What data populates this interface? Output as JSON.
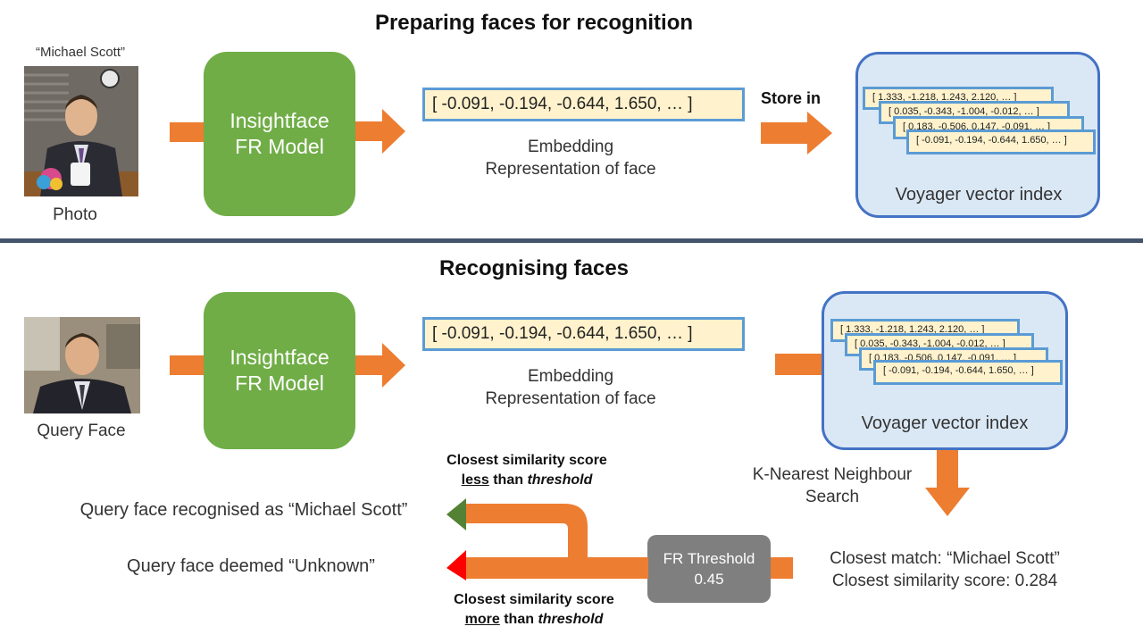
{
  "top": {
    "title": "Preparing faces for recognition",
    "photo_caption_top": "“Michael Scott”",
    "photo_caption": "Photo",
    "model_line1": "Insightface",
    "model_line2": "FR Model",
    "vector": "[ -0.091, -0.194, -0.644, 1.650, … ]",
    "embedding_line1": "Embedding",
    "embedding_line2": "Representation of face",
    "store_label": "Store in",
    "index_label": "Voyager vector index",
    "cards": [
      "[ 1.333, -1.218, 1.243, 2.120, … ]",
      "[ 0.035, -0.343, -1.004, -0.012, … ]",
      "[ 0.183, -0.506, 0.147, -0.091, … ]",
      "[ -0.091, -0.194, -0.644, 1.650, … ]"
    ]
  },
  "bottom": {
    "title": "Recognising faces",
    "photo_caption": "Query Face",
    "model_line1": "Insightface",
    "model_line2": "FR Model",
    "vector": "[ -0.091, -0.194, -0.644, 1.650, … ]",
    "embedding_line1": "Embedding",
    "embedding_line2": "Representation of face",
    "index_label": "Voyager vector index",
    "cards": [
      "[ 1.333, -1.218, 1.243, 2.120, … ]",
      "[ 0.035, -0.343, -1.004, -0.012, … ]",
      "[ 0.183, -0.506, 0.147, -0.091, … ]",
      "[ -0.091, -0.194, -0.644, 1.650, … ]"
    ],
    "knn_line1": "K-Nearest Neighbour",
    "knn_line2": "Search",
    "match_line1": "Closest match: “Michael Scott”",
    "match_line2": "Closest similarity score: 0.284",
    "threshold_line1": "FR Threshold",
    "threshold_line2": "0.45",
    "less": {
      "line1": "Closest similarity score",
      "word": "less",
      "mid": " than ",
      "term": "threshold"
    },
    "more": {
      "line1": "Closest similarity score",
      "word": "more",
      "mid": " than ",
      "term": "threshold"
    },
    "recognised": "Query face recognised as “Michael Scott”",
    "unknown": "Query face deemed “Unknown”"
  },
  "colors": {
    "arrow": "#ed7d31",
    "model": "#70ad47",
    "green_tip": "#548235",
    "red_tip": "#ff0000",
    "vector_fill": "#fff2cc",
    "vector_border": "#5b9bd5",
    "index_fill": "#dae8f5",
    "index_border": "#4472c4",
    "divider": "#44546a",
    "threshold": "#7f7f7f"
  }
}
